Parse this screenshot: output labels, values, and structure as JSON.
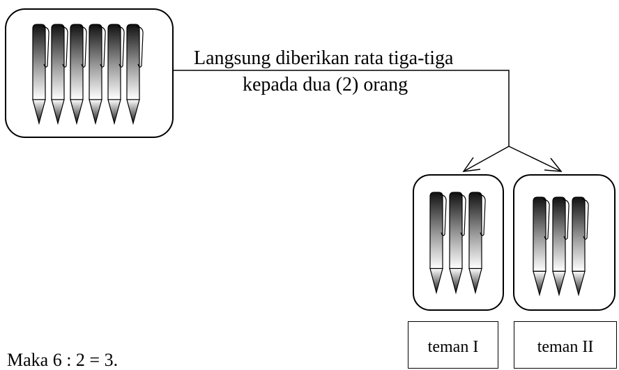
{
  "caption": {
    "line1": "Langsung diberikan rata tiga-tiga",
    "line2": "kepada dua (2) orang"
  },
  "recipients": [
    {
      "label": "teman I",
      "item_count": 3
    },
    {
      "label": "teman II",
      "item_count": 3
    }
  ],
  "source_group": {
    "item_count": 6
  },
  "conclusion": "Maka 6 : 2 = 3.",
  "colors": {
    "stroke": "#000000",
    "pen_dark": "#111111",
    "pen_light": "#ffffff"
  },
  "icons": {
    "item": "pen-icon",
    "arrow": "arrow-head-icon"
  }
}
